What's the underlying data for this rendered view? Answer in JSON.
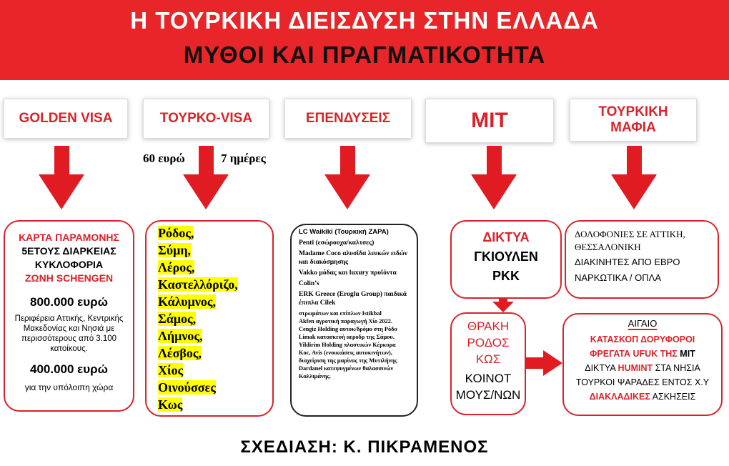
{
  "banner": {
    "title": "Η ΤΟΥΡΚΙΚΗ ΔΙΕΙΣΔΥΣΗ ΣΤΗΝ ΕΛΛΑΔΑ",
    "subtitle": "ΜΥΘΟΙ ΚΑΙ ΠΡΑΓΜΑΤΙΚΟΤΗΤΑ"
  },
  "columns": {
    "golden_visa": "GOLDEN VISA",
    "tourko_visa": "ΤΟΥΡΚΟ-VISA",
    "investments": "ΕΠΕΝΔΥΣΕΙΣ",
    "mit": "MIT",
    "mafia_line1": "ΤΟΥΡΚΙΚΗ",
    "mafia_line2": "ΜΑΦΙΑ"
  },
  "visa_notes": {
    "price": "60 ευρώ",
    "days": "7 ημέρες"
  },
  "golden_box": {
    "l1": "ΚΑΡΤΑ ΠΑΡΑΜΟΝΗΣ",
    "l2": "5ΕΤΟΥΣ ΔΙΑΡΚΕΙΑΣ",
    "l3": "ΚΥΚΛΟΦΟΡΙΑ",
    "l4": "ΖΩΝΗ SCHENGEN",
    "amount1": "800.000 ευρώ",
    "desc1": "Περιφέρεια Αττικής, Κεντρικής Μακεδονίας και Νησιά με περισσότερους από 3.100 κατοίκους.",
    "amount2": "400.000 ευρώ",
    "desc2": "για την υπόλοιπη χώρα"
  },
  "islands": [
    "Ρόδος,",
    "Σύμη,",
    "Λέρος,",
    "Καστελλόριζο,",
    "Κάλυμνος,",
    "Σάμος,",
    "Λήμνος,",
    "Λέσβος,",
    "Χίος",
    "Οινούσσες",
    "Κως"
  ],
  "investments_box": [
    {
      "text": "LC Waikiki (Τουρκική ΖΑΡΑ)",
      "style": "head"
    },
    {
      "text": "Penti (εσώρουχα/καλτσες)",
      "style": "big"
    },
    {
      "text": "Madame Coco αλυσίδα λευκών ειδών και διακόσμησης",
      "style": "big"
    },
    {
      "text": "Vakko μόδας και luxury προϊόντα",
      "style": "big"
    },
    {
      "text": "Colin’s",
      "style": "big"
    },
    {
      "text": "ERK Greece (Eroglu Group) παιδικά έπιπλα Cilek",
      "style": "big"
    },
    {
      "text": "στρωμάτων και επίπλων Istikbal",
      "style": "small"
    },
    {
      "text": "Akfen αγροτική παραγωγή Χίο 2022.",
      "style": "small"
    },
    {
      "text": "Cengiz Holding αυτοκ/δρόμο στη Ρόδο",
      "style": "small"
    },
    {
      "text": "Limak κατασκευή αεροδρ της Σάμου.",
      "style": "small"
    },
    {
      "text": "Yildirim Holding πλαστικών Κέρκυρα",
      "style": "small"
    },
    {
      "text": "Koc, Avis (ενοικιάσεις αυτοκινήτων),",
      "style": "small"
    },
    {
      "text": "διαχείριση της μαρίνας της Μυτιλήνης",
      "style": "small"
    },
    {
      "text": "Dardanel κατεψυγμένων θαλασσινών Καλλιμάνης.",
      "style": "small"
    }
  ],
  "mit_box1": {
    "l1": "ΔΙΚΤΥΑ",
    "l2": "ΓΚΙΟΥΛΕΝ",
    "l3": "ΡΚΚ"
  },
  "mit_box2": {
    "l1": "ΘΡΑΚΗ",
    "l2": "ΡΟΔΟΣ",
    "l3": "ΚΩΣ",
    "l4": "ΚΟΙΝΟΤ",
    "l5": "ΜΟΥΣ/ΝΩΝ"
  },
  "mafia_box": {
    "l1": "ΔΟΛΟΦΟΝΙΕΣ ΣΕ ΑΤΤΙΚΗ,",
    "l2": "ΘΕΣΣΑΛΟΝΙΚΗ",
    "l3": "ΔΙΑΚΙΝΗΤΕΣ ΑΠΟ ΕΒΡΟ",
    "l4": "ΝΑΡΚΩΤΙΚΑ / ΟΠΛΑ"
  },
  "aegean_box": {
    "title": "ΑΙΓΑΙΟ",
    "l1": "ΚΑΤΑΣΚΟΠ ΔΟΡΥΦΟΡΟΙ",
    "l2a": "ΦΡΕΓΑΤΑ UFUK ΤΗΣ",
    "l2b": " MIT",
    "l3a": "ΔΙΚΤΥΑ ",
    "l3b": "HUMINT",
    "l3c": " ΣΤΑ ΝΗΣΙΑ",
    "l4": "ΤΟΥΡΚΟΙ ΨΑΡΑΔΕΣ ΕΝΤΟΣ Χ.Υ",
    "l5a": "ΔΙΑΚΛΑΔΙΚΕΣ",
    "l5b": " ΑΣΚΗΣΕΙΣ"
  },
  "footer": "ΣΧΕΔΙΑΣΗ: Κ. ΠΙΚΡΑΜΕΝΟΣ",
  "colors": {
    "accent_red": "#e8262a",
    "highlight": "#ffff00"
  }
}
